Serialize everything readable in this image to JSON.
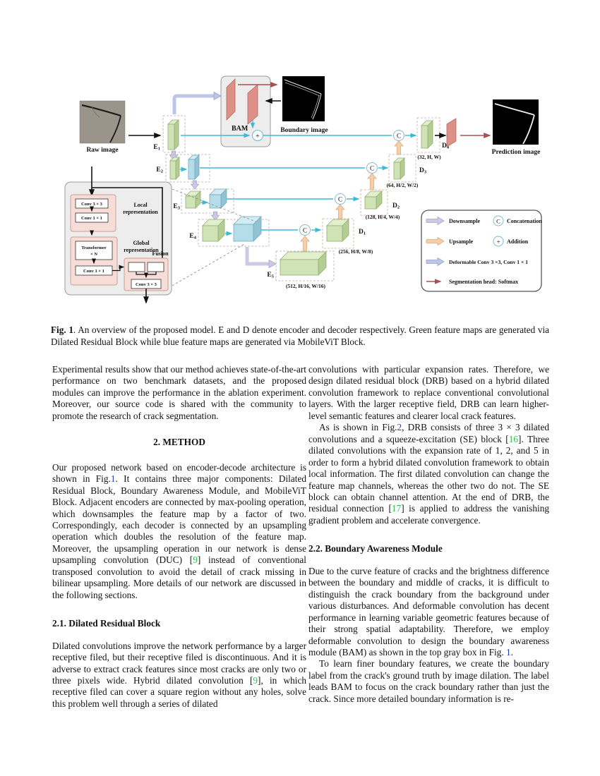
{
  "theme": {
    "figure_ref_color": "#2b3cc4",
    "citation_color": "#2fbe4e",
    "green_map_color": "#cfe3b4",
    "blue_map_color": "#b4dde9",
    "pink_map_color": "#dd9186",
    "skip_line_color": "#3cb9da",
    "downsample_color": "#cdc9e4",
    "upsample_color": "#f5cfa9",
    "deformable_color": "#bcc6e6",
    "segmentation_color": "#a85050"
  },
  "figure": {
    "raw_image_label": "Raw image",
    "boundary_image_label": "Boundary image",
    "prediction_image_label": "Prediction image",
    "bam_label": "BAM",
    "symbols": {
      "concat": "C",
      "add": "+"
    },
    "encoders": [
      {
        "base": "E",
        "sub": "1"
      },
      {
        "base": "E",
        "sub": "2"
      },
      {
        "base": "E",
        "sub": "3"
      },
      {
        "base": "E",
        "sub": "4"
      },
      {
        "base": "E",
        "sub": "5"
      }
    ],
    "e5_dim": "(512, H/16, W/16)",
    "decoders": [
      {
        "base": "D",
        "sub": "1",
        "dim": "(256, H/8, W/8)"
      },
      {
        "base": "D",
        "sub": "2",
        "dim": "(128, H/4, W/4)"
      },
      {
        "base": "D",
        "sub": "3",
        "dim": "(64, H/2, W/2)"
      },
      {
        "base": "D",
        "sub": "4",
        "dim": "(32, H, W)"
      }
    ],
    "mobilevit": {
      "conv33_top": "Conv 3 × 3",
      "conv11_top": "Conv 1 × 1",
      "local_l1": "Local",
      "local_l2": "representation",
      "transformer_l1": "Transformer",
      "transformer_l2": "× N",
      "conv11_bot": "Conv 1 × 1",
      "global_l1": "Global",
      "global_l2": "representation",
      "fusion": "Fusion",
      "conv33_bot": "Conv 3 × 3"
    },
    "legend": {
      "downsample": "Downsample",
      "upsample": "Upsample",
      "deformable": "Deformable Conv 3 ×3,   Conv 1 × 1",
      "segmentation": "Segmentation head: Softmax",
      "concatenation": "Concatenation",
      "addition": "Addition"
    }
  },
  "caption": {
    "tag": "Fig. 1",
    "rest": ". An overview of the proposed model. E and D denote encoder and decoder respectively. Green feature maps are generated via Dilated Residual Block while blue feature maps are generated via MobileViT Block."
  },
  "article": {
    "left_column": [
      {
        "type": "p",
        "indent": false,
        "segments": [
          {
            "t": "Experimental results show that our method achieves state-of-the-art performance on two benchmark datasets, and the proposed modules can improve the performance in the ablation experiment. Moreover, our source code is shared with the community to promote the research of crack segmentation."
          }
        ]
      },
      {
        "type": "h1",
        "text": "2. METHOD"
      },
      {
        "type": "p",
        "indent": false,
        "segments": [
          {
            "t": "Our proposed network based on encoder-decode architecture is shown in Fig."
          },
          {
            "t": "1",
            "c": "ref"
          },
          {
            "t": ". It contains three major components: Dilated Residual Block, Boundary Awareness Module, and MobileViT Block. Adjacent encoders are connected by max-pooling operation, which downsamples the feature map by a factor of two. Correspondingly, each decoder is connected by an upsampling operation which doubles the resolution of the feature map. Moreover, the upsampling operation in our network is dense upsampling convolution (DUC) ["
          },
          {
            "t": "9",
            "c": "cite"
          },
          {
            "t": "] instead of conventional transposed convolution to avoid the detail of crack missing in bilinear upsampling. More details of our network are discussed in the following sections."
          }
        ]
      },
      {
        "type": "h2",
        "text": "2.1. Dilated Residual Block"
      },
      {
        "type": "p",
        "indent": false,
        "segments": [
          {
            "t": "Dilated convolutions improve the network performance by a larger receptive filed, but their receptive filed is discontinuous. And it is adverse to extract crack features since most cracks are only two or three pixels wide. Hybrid dilated convolution ["
          },
          {
            "t": "9",
            "c": "cite"
          },
          {
            "t": "], in which receptive filed can cover a square region without any holes, solve this problem well through a series of dilated"
          }
        ]
      }
    ],
    "right_column": [
      {
        "type": "p",
        "indent": false,
        "segments": [
          {
            "t": "convolutions with particular expansion rates.  Therefore, we design dilated residual block (DRB) based on a hybrid dilated convolution framework to replace conventional convolutional layers. With the larger receptive field, DRB can learn higher-level semantic features and clearer local crack features."
          }
        ]
      },
      {
        "type": "p",
        "indent": true,
        "segments": [
          {
            "t": "As is shown in Fig."
          },
          {
            "t": "2",
            "c": "ref"
          },
          {
            "t": ", DRB consists of three 3 × 3 dilated convolutions and a squeeze-excitation (SE) block ["
          },
          {
            "t": "16",
            "c": "cite"
          },
          {
            "t": "]. Three dilated convolutions with the expansion rate of 1, 2, and 5 in order to form a hybrid dilated convolution framework to obtain local information.  The first dilated convolution can change the feature map channels, whereas the other two do not.  The SE block can obtain channel attention.  At the end of DRB, the residual connection ["
          },
          {
            "t": "17",
            "c": "cite"
          },
          {
            "t": "] is applied to address the vanishing gradient problem and accelerate convergence."
          }
        ]
      },
      {
        "type": "h2",
        "text": "2.2. Boundary Awareness Module"
      },
      {
        "type": "p",
        "indent": false,
        "segments": [
          {
            "t": "Due to the curve feature of cracks and the brightness difference between the boundary and middle of cracks, it is difficult to distinguish the crack boundary from the background under various disturbances. And deformable convolution has decent performance in learning variable geometric features because of their strong spatial adaptability. Therefore, we employ deformable convolution to design the boundary awareness module (BAM) as shown in the top gray box in Fig. "
          },
          {
            "t": "1",
            "c": "ref"
          },
          {
            "t": "."
          }
        ]
      },
      {
        "type": "p",
        "indent": true,
        "segments": [
          {
            "t": "To learn finer boundary features, we create the boundary label from the crack's ground truth by image dilation. The label leads BAM to focus on the crack boundary rather than just the crack.  Since more detailed boundary information is re-"
          }
        ]
      }
    ]
  }
}
